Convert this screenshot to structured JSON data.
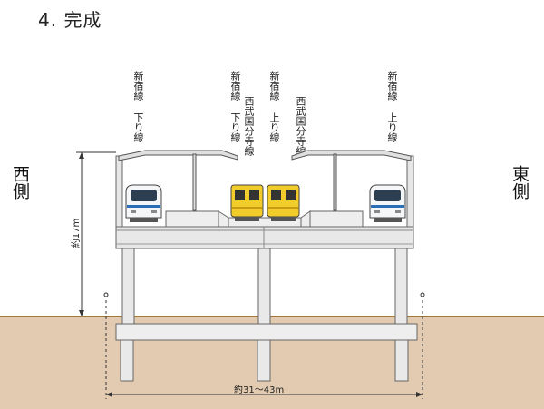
{
  "title": "4.  完成",
  "directions": {
    "west": "西側",
    "east": "東側"
  },
  "track_labels": {
    "shinjuku_down": "新宿線 下り線",
    "shinjuku_down_2": "新宿線 下り線",
    "seibu_kokubunji_1": "西武国分寺線",
    "shinjuku_up": "新宿線 上り線",
    "seibu_kokubunji_2": "西武国分寺線",
    "shinjuku_up_2": "新宿線 上り線"
  },
  "dimensions": {
    "height": "約17m",
    "width": "約31～43m"
  },
  "colors": {
    "ground": "#e2cbb0",
    "ground_line": "#a0793f",
    "structure": "#e7e7e7",
    "structure_edge": "#666666",
    "yellow_train": "#f2cc2a",
    "white_train": "#f4f6f7",
    "train_accent": "#2a6fb5"
  }
}
